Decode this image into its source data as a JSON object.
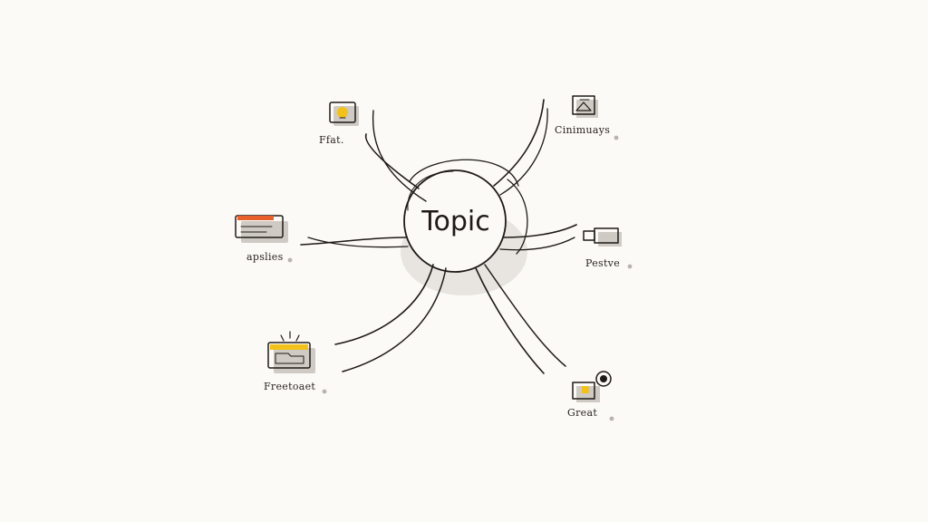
{
  "diagram": {
    "center_label": "Topic",
    "branches": [
      {
        "label": "Ffat.",
        "icon": "lightbulb-card-icon"
      },
      {
        "label": "Cinimuays",
        "icon": "picture-frame-icon"
      },
      {
        "label": "apslies",
        "icon": "browser-window-icon"
      },
      {
        "label": "Pestve",
        "icon": "usb-plug-icon"
      },
      {
        "label": "Freetoaet",
        "icon": "folder-card-icon"
      },
      {
        "label": "Great",
        "icon": "camera-mug-icon"
      }
    ],
    "colors": {
      "ink": "#1f1a17",
      "background": "#fbfaf6",
      "accent_yellow": "#f2c21b",
      "accent_orange": "#e8612c",
      "shadow": "#cfcac4"
    }
  }
}
